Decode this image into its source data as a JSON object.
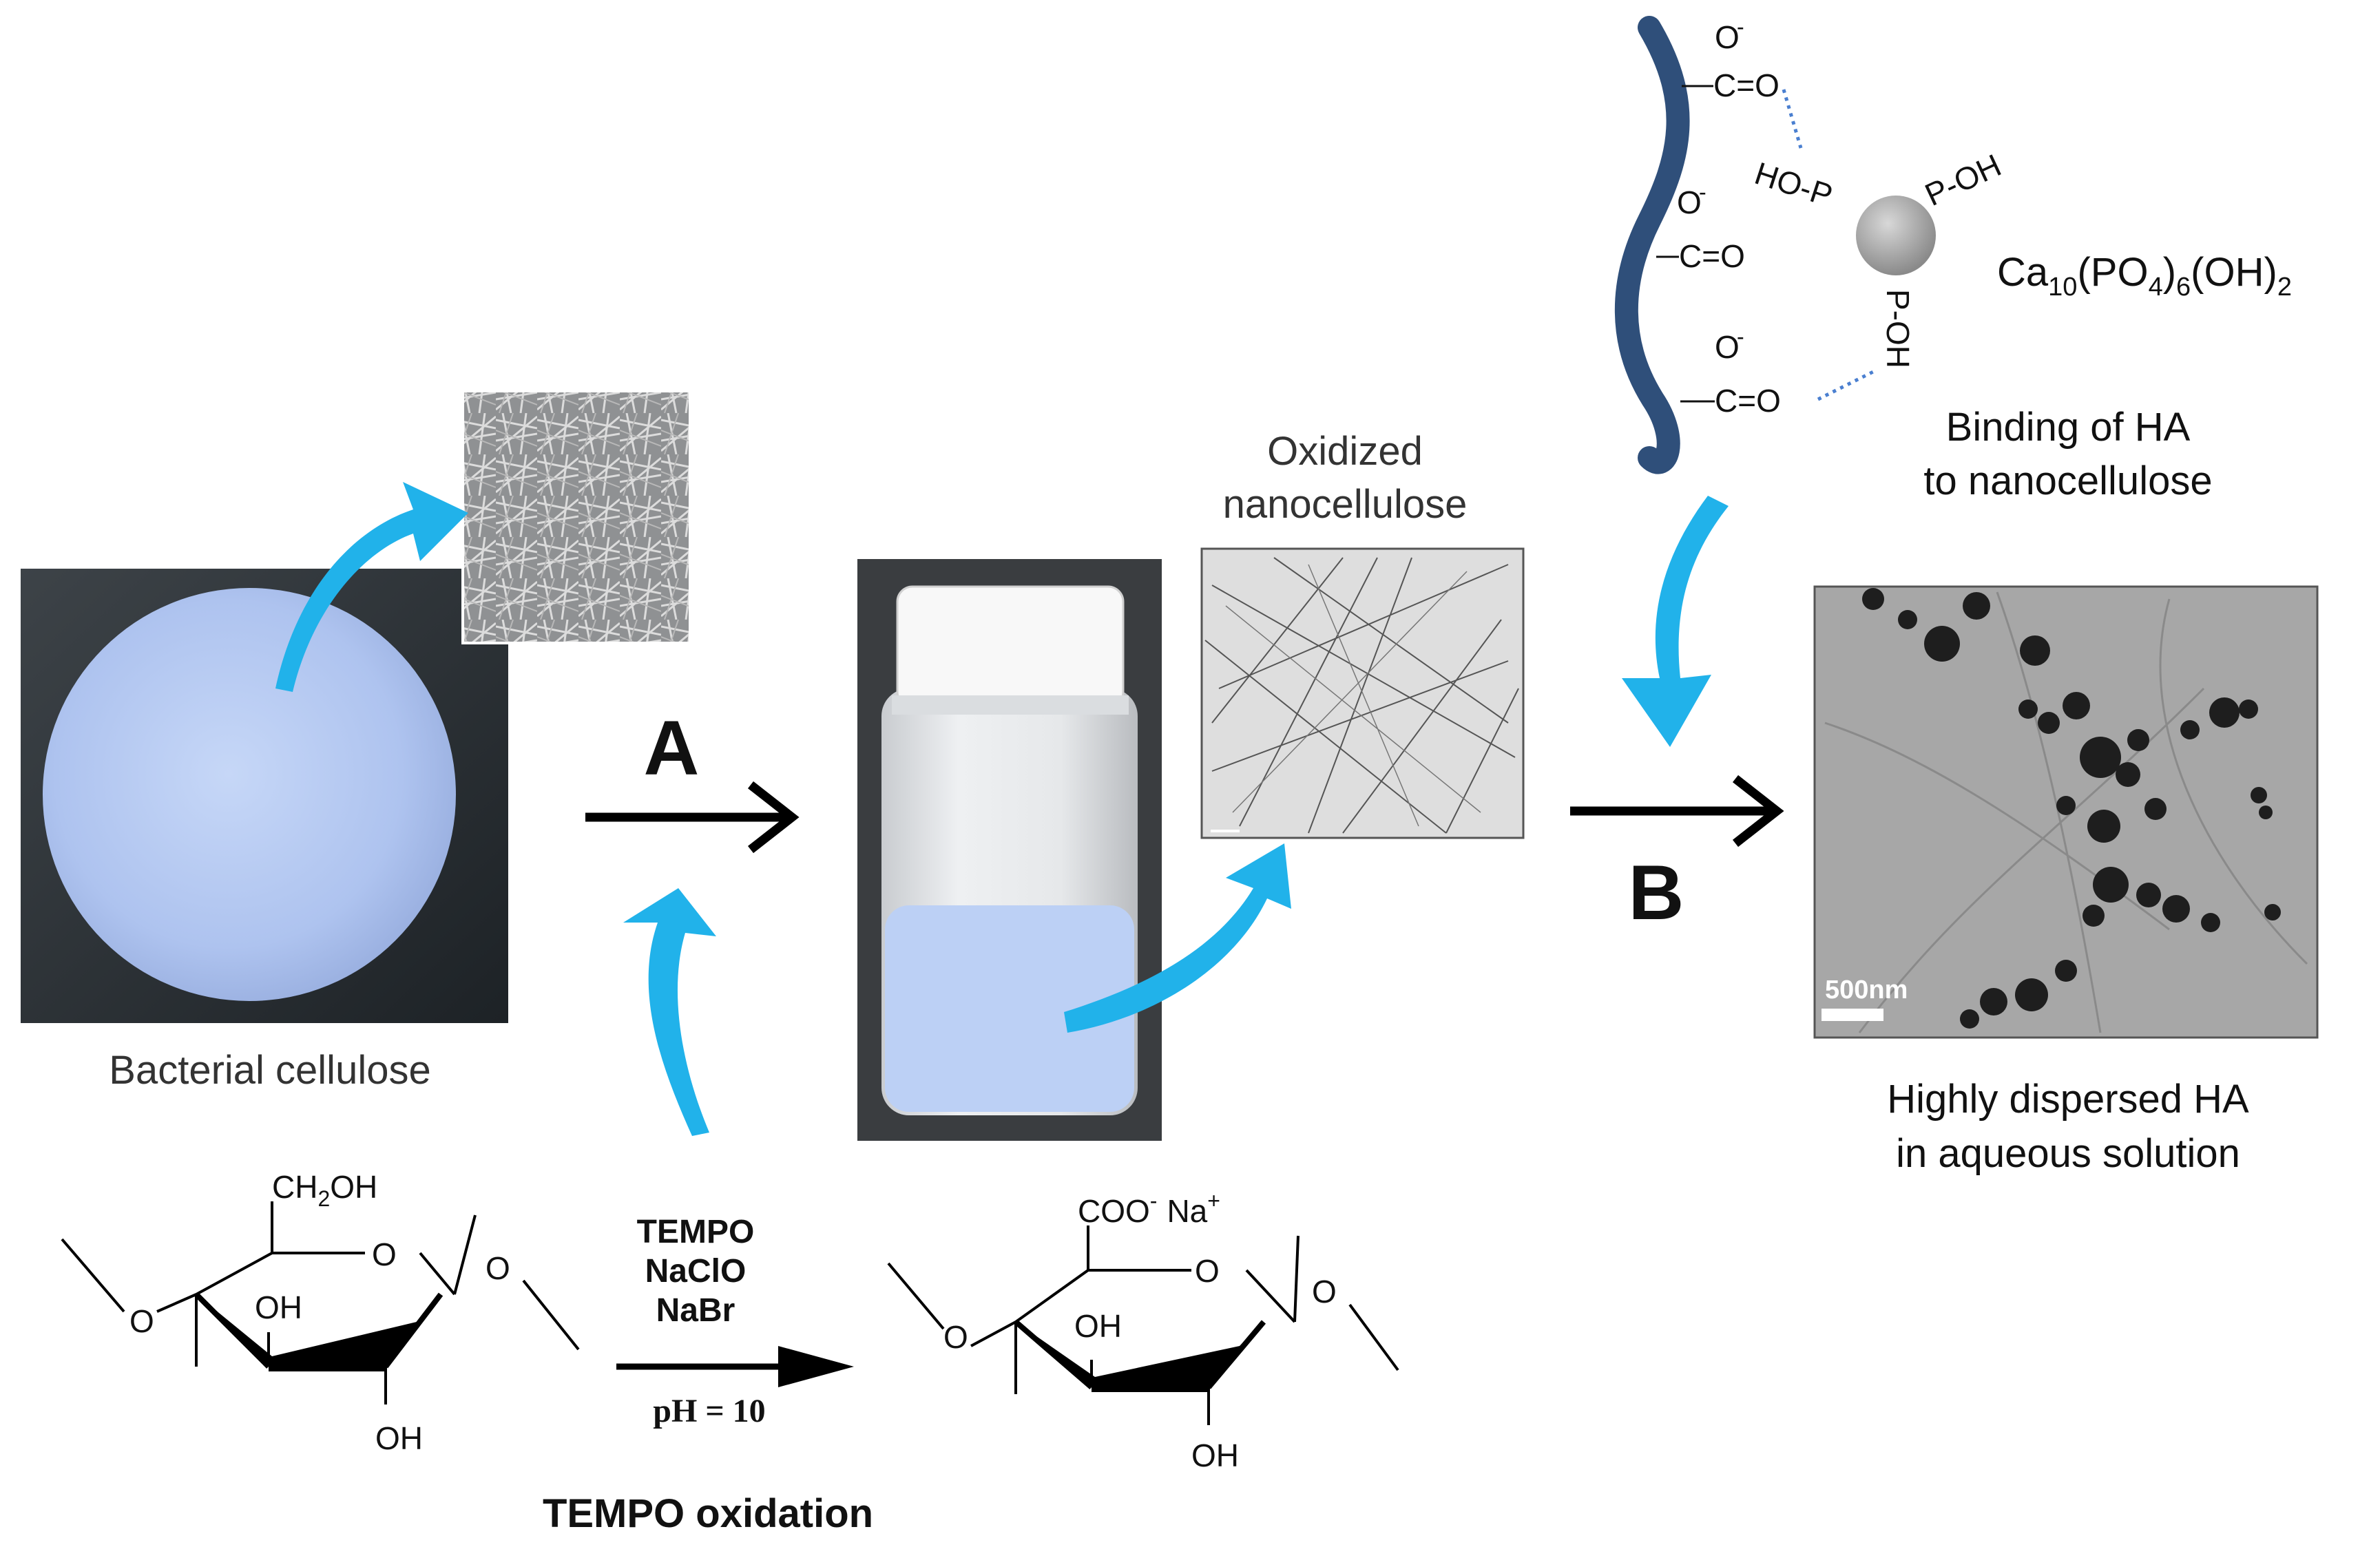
{
  "labels": {
    "bacterial_cellulose": "Bacterial cellulose",
    "oxidized_line1": "Oxidized",
    "oxidized_line2": "nanocellulose",
    "binding_line1": "Binding of HA",
    "binding_line2": "to nanocellulose",
    "dispersed_line1": "Highly dispersed HA",
    "dispersed_line2": "in aqueous solution",
    "tempo_oxidation": "TEMPO oxidation",
    "step_a": "A",
    "step_b": "B",
    "scale_bar": "500nm"
  },
  "reagents": {
    "r1": "TEMPO",
    "r2": "NaClO",
    "r3": "NaBr",
    "ph": "pH = 10"
  },
  "formula": {
    "ca": "Ca",
    "ca_sub": "10",
    "po4": "(PO",
    "po4_sub": "4",
    "po4_close": ")",
    "po4_sub2": "6",
    "oh": "(OH)",
    "oh_sub": "2"
  },
  "binding_groups": {
    "carboxylate_top": "C=O",
    "carboxylate_mid": "C=O",
    "carboxylate_bot": "C=O",
    "o_minus": "O",
    "phos_left": "HO-P",
    "phos_right": "P-OH",
    "phos_bottom": "P-OH"
  },
  "glucose": {
    "ch2oh": "CH",
    "ch2oh_sub": "2",
    "ch2oh_end": "OH",
    "ring_o": "O",
    "oh_upper": "OH",
    "oh_lower": "OH",
    "link_left": "O",
    "link_right": "O"
  },
  "glucuronate": {
    "coo": "COO",
    "na": "Na",
    "ring_o": "O",
    "oh_upper": "OH",
    "oh_lower": "OH",
    "link_left": "O",
    "link_right": "O"
  },
  "colors": {
    "cyan_arrow": "#21b2ea",
    "chain": "#2f4f7a",
    "cellulose_disc": "#b4c8f0",
    "dark_bg": "#2a3035",
    "liquid": "#bcd0f5"
  }
}
